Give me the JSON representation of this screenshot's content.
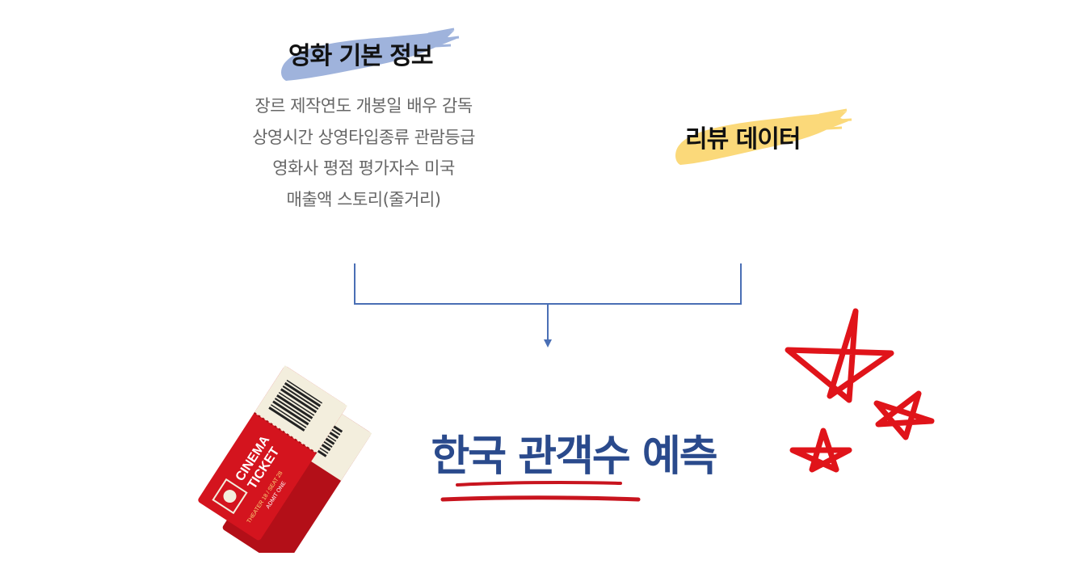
{
  "basic_info": {
    "heading": "영화 기본 정보",
    "lines": [
      "장르 제작연도 개봉일 배우 감독",
      "상영시간 상영타입종류 관람등급",
      "영화사 평점 평가자수 미국",
      "매출액 스토리(줄거리)"
    ]
  },
  "review": {
    "heading": "리뷰 데이터"
  },
  "result": {
    "title": "한국 관객수 예측"
  },
  "ticket": {
    "brand_top": "CINEMA",
    "brand_bottom": "TICKET",
    "detail": "THEATER 18 / SEAT 28",
    "admit": "ADMIT ONE"
  },
  "colors": {
    "blue_brush": "#9fb3dc",
    "yellow_brush": "#fbd97a",
    "connector": "#4a6fb5",
    "title": "#2a4a8c",
    "underline": "#c8141e",
    "star": "#e0141a",
    "ticket_red": "#d4141e",
    "ticket_cream": "#f3eedd"
  },
  "icons": [
    "connector-lines",
    "arrow-down-icon",
    "ticket-illustration",
    "star-doodles"
  ]
}
